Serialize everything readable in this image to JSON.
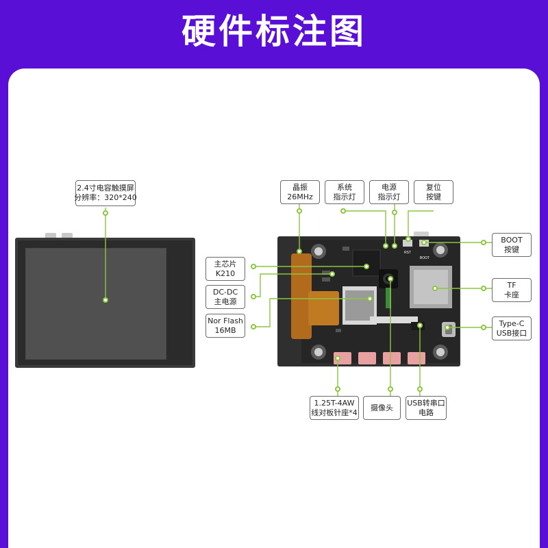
{
  "title": "硬件标注图",
  "labels": {
    "screen": [
      "2.4寸电容触摸屏",
      "分辨率：320*240"
    ],
    "crystal": [
      "晶振",
      "26MHz"
    ],
    "sysled": [
      "系统",
      "指示灯"
    ],
    "pwrled": [
      "电源",
      "指示灯"
    ],
    "reset": [
      "复位",
      "按键"
    ],
    "boot": [
      "BOOT",
      "按键"
    ],
    "mcu": [
      "主芯片",
      "K210"
    ],
    "dcdc": [
      "DC-DC",
      "主电源"
    ],
    "flash": [
      "Nor Flash",
      "16MB"
    ],
    "tf": [
      "TF",
      "卡座"
    ],
    "typec": [
      "Type-C",
      "USB接口"
    ],
    "conn": [
      "1.25T-4AW",
      "线对板针座*4"
    ],
    "camera": [
      "摄像头"
    ],
    "usbuart": [
      "USB转串口",
      "电路"
    ]
  },
  "silk": {
    "rst": "RST",
    "boot": "BOOT"
  },
  "colors": {
    "background": "#5a0fd6",
    "leader": "#8cc63f",
    "pcb": "#2a2a2a",
    "connector": "#e8a0a0"
  }
}
